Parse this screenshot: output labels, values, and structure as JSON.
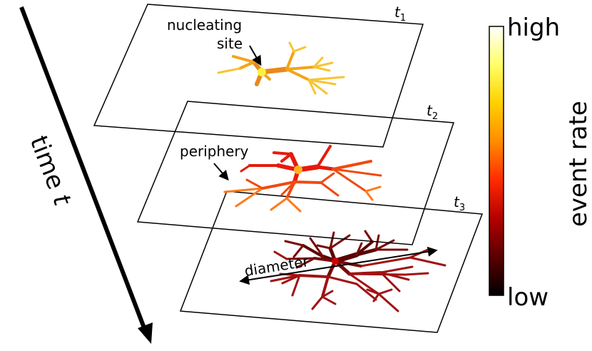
{
  "diagram": {
    "axis_label": {
      "word": "time",
      "symbol": "t"
    },
    "frames": [
      {
        "symbol": "t",
        "subscript": "1"
      },
      {
        "symbol": "t",
        "subscript": "2"
      },
      {
        "symbol": "t",
        "subscript": "3"
      }
    ],
    "annotations": {
      "nucleating_line1": "nucleating",
      "nucleating_line2": "site",
      "periphery": "periphery",
      "diameter": "diameter"
    },
    "colorbar": {
      "high": "high",
      "low": "low",
      "title": "event rate",
      "stops": [
        "#000000",
        "#5a0000",
        "#b30000",
        "#ff2a00",
        "#ff8c00",
        "#ffd000",
        "#ffff66",
        "#ffffff"
      ]
    }
  }
}
